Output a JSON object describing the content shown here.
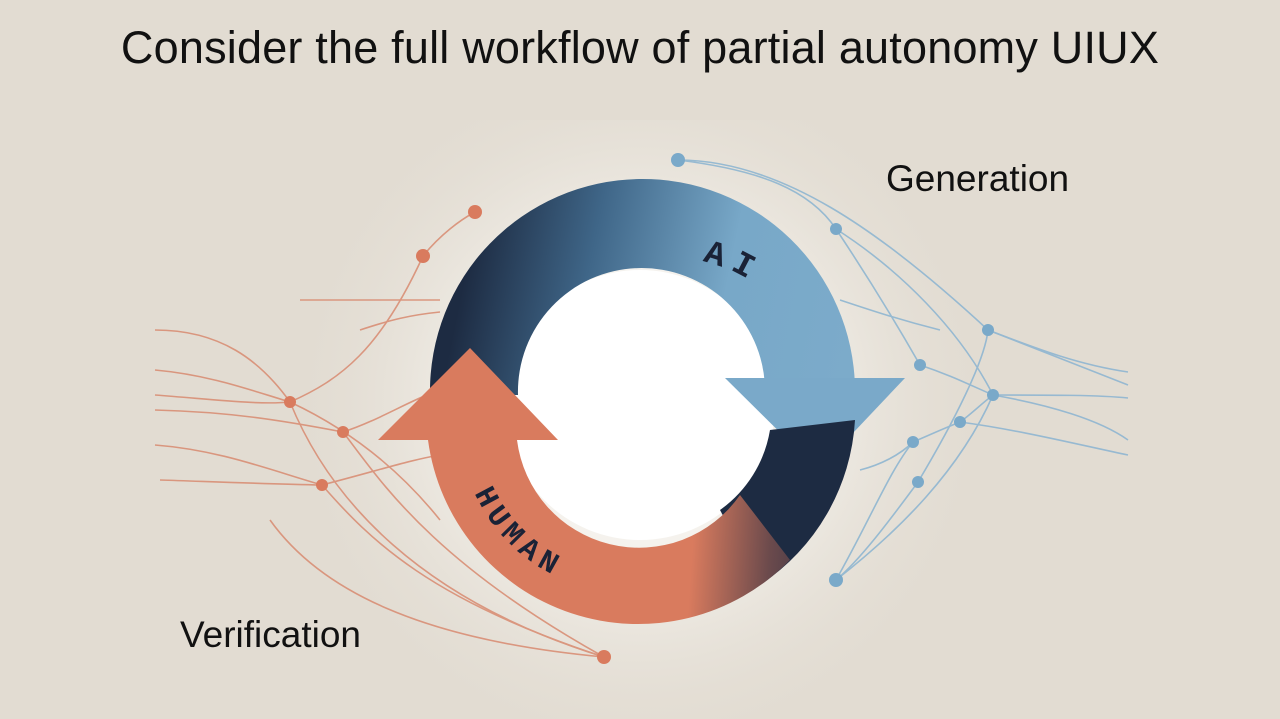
{
  "title": "Consider the full workflow of partial autonomy UIUX",
  "labels": {
    "generation": "Generation",
    "verification": "Verification"
  },
  "cycle": {
    "top_arc": "AI",
    "bottom_arc": "HUMAN"
  },
  "colors": {
    "background": "#e2dcd2",
    "ai_blue": "#7aa9c9",
    "ai_navy": "#1d2b42",
    "human_orange": "#d97b5e",
    "line_blue": "#8fb6d1",
    "line_orange": "#d98f76"
  }
}
